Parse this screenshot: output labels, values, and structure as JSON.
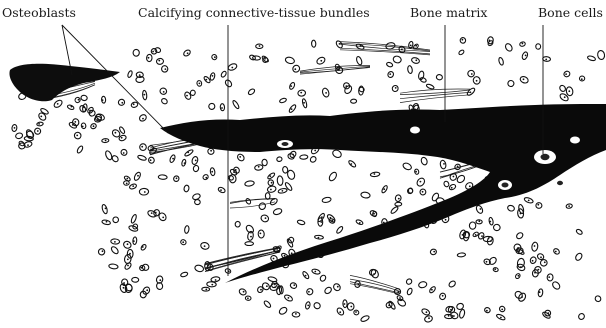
{
  "figure": {
    "labels": {
      "osteoblasts": "Osteoblasts",
      "calcifying_bundles": "Calcifying connective-tissue bundles",
      "bone_matrix": "Bone matrix",
      "bone_cells": "Bone cells"
    }
  },
  "colors": {
    "background": "#ffffff",
    "ink": "#111111"
  }
}
